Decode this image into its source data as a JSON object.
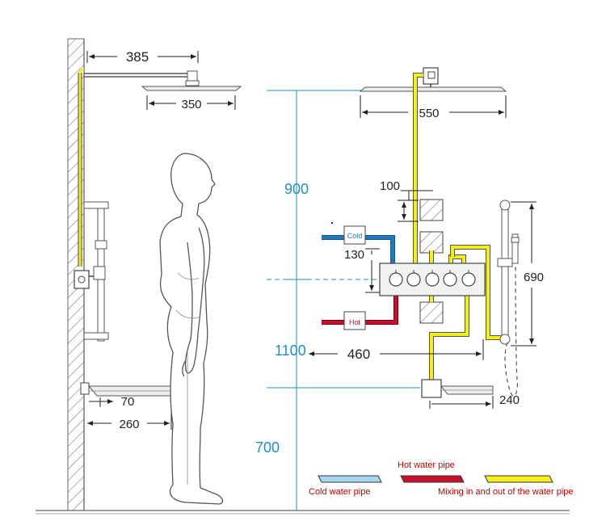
{
  "dimensions": {
    "arm_length": "385",
    "left_head_width": "350",
    "right_head_width": "550",
    "spout_offset": "70",
    "spout_length": "260",
    "jet_spacing_top": "100",
    "inlet_spacing": "130",
    "valve_to_spout": "460",
    "slide_bar_height": "690",
    "right_spout_length": "240"
  },
  "heights": {
    "head_above_valve": "900",
    "valve_height": "1100",
    "spout_height": "700"
  },
  "pipe_labels": {
    "cold": "Cold",
    "hot": "Hot"
  },
  "legend": {
    "cold_label": "Cold water pipe",
    "hot_label": "Hot water pipe",
    "mix_label": "Mixing in and out of the water pipe"
  },
  "colors": {
    "cold_pipe": "#1f7ac2",
    "hot_pipe": "#c8102e",
    "mix_pipe": "#f4ee1a",
    "dimension_blue": "#1f8fc4"
  }
}
